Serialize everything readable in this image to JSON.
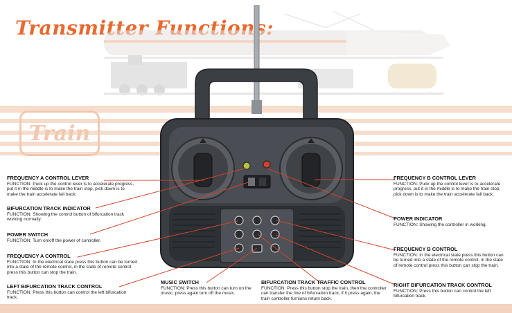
{
  "title": "Transmitter Functions:",
  "logo_text": "Train",
  "colors": {
    "accent": "#e8692f",
    "stripe": "#f6dccb",
    "body": "#3a3d42"
  },
  "labels": [
    {
      "id": "freq-a-lever",
      "heading": "FREQUENCY A CONTROL LEVER",
      "body": "FUNCTION: Puck up the control lever is to accelerate progress, put it in the middle is to make the train stop, pick down is to make the train accelerate fall back."
    },
    {
      "id": "bifurcation-indicator",
      "heading": "BIFURCATION TRACK INDICATOR",
      "body": "FUNCTION: Showing the control button of bifurcation track working normally."
    },
    {
      "id": "power-switch",
      "heading": "POWER SWITCH",
      "body": "FUNCTION: Turn on/off the power of controller."
    },
    {
      "id": "freq-a-control",
      "heading": "FREQUENCY A CONTROL",
      "body": "FUNCTION: In the electrical state press this button can be turned into a state of the remote control, in the state of remote control press this button can stop the train."
    },
    {
      "id": "left-bifurcation",
      "heading": "LEFT BIFURCATION TRACK CONTROL",
      "body": "FUNCTION: Press this button can control the left bifurcation track."
    },
    {
      "id": "music-switch",
      "heading": "MUSIC SWITCH",
      "body": "FUNCTION: Press this button can turn on the music, press again turn off the music."
    },
    {
      "id": "bifurcation-traffic",
      "heading": "BIFURCATION TRACK TRAFFIC CONTROL",
      "body": "FUNCTION: Press this button stop the train, then the controller can transfer the line of bifurcation track, if it press again, the train controller furnions return back."
    },
    {
      "id": "freq-b-lever",
      "heading": "FREQUENCY B CONTROL LEVER",
      "body": "FUNCTION: Puck up the control lever is to accelerate progress, put it in the middle is to make the train stop, pick down is to make the train accelerate fall back."
    },
    {
      "id": "power-indicator",
      "heading": "POWER INDICATOR",
      "body": "FUNCTION: Showing the controller in working."
    },
    {
      "id": "freq-b-control",
      "heading": "FREQUENCY B CONTROL",
      "body": "FUNCTION: In the electrical state press this button can be turned into a state of the remote control, in the state of remote control press this button can stop the train."
    },
    {
      "id": "right-bifurcation",
      "heading": "RIGHT BIFURCATION TRACK CONTROL",
      "body": "FUNCTION: Press this button can control the left bifurcation track."
    }
  ]
}
